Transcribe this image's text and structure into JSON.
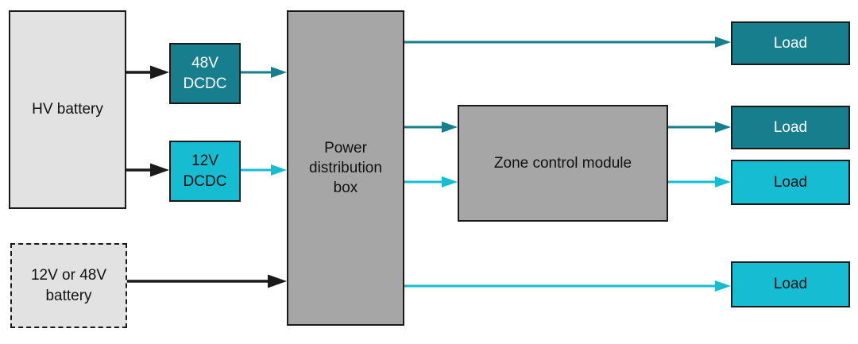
{
  "colors": {
    "teal_dark": "#177E8E",
    "cyan": "#16BDD2",
    "module_gray": "#A6A6A6",
    "battery_gray": "#E2E2E2",
    "line_black": "#1A1A1A",
    "text_dark": "#111111",
    "text_light": "#FFFFFF"
  },
  "nodes": {
    "hv_battery": {
      "label": "HV battery"
    },
    "dcdc_48v": {
      "label": "48V\nDCDC"
    },
    "dcdc_12v": {
      "label": "12V\nDCDC"
    },
    "lv_battery": {
      "label": "12V or 48V\nbattery"
    },
    "power_distribution_box": {
      "label": "Power\ndistribution\nbox"
    },
    "zone_control_module": {
      "label": "Zone control module"
    },
    "load_top": {
      "label": "Load"
    },
    "load_upper_middle": {
      "label": "Load"
    },
    "load_lower_middle": {
      "label": "Load"
    },
    "load_bottom": {
      "label": "Load"
    }
  },
  "edges": [
    {
      "from": "HV battery",
      "to": "48V DCDC",
      "color": "black"
    },
    {
      "from": "HV battery",
      "to": "12V DCDC",
      "color": "black"
    },
    {
      "from": "48V DCDC",
      "to": "Power distribution box",
      "color": "teal"
    },
    {
      "from": "12V DCDC",
      "to": "Power distribution box",
      "color": "cyan"
    },
    {
      "from": "12V or 48V battery",
      "to": "Power distribution box",
      "color": "black"
    },
    {
      "from": "Power distribution box",
      "to": "Load (top)",
      "color": "teal"
    },
    {
      "from": "Power distribution box",
      "to": "Zone control module",
      "color": "teal"
    },
    {
      "from": "Power distribution box",
      "to": "Zone control module",
      "color": "cyan"
    },
    {
      "from": "Zone control module",
      "to": "Load (upper middle)",
      "color": "teal"
    },
    {
      "from": "Zone control module",
      "to": "Load (lower middle)",
      "color": "cyan"
    },
    {
      "from": "Power distribution box",
      "to": "Load (bottom)",
      "color": "cyan"
    }
  ]
}
